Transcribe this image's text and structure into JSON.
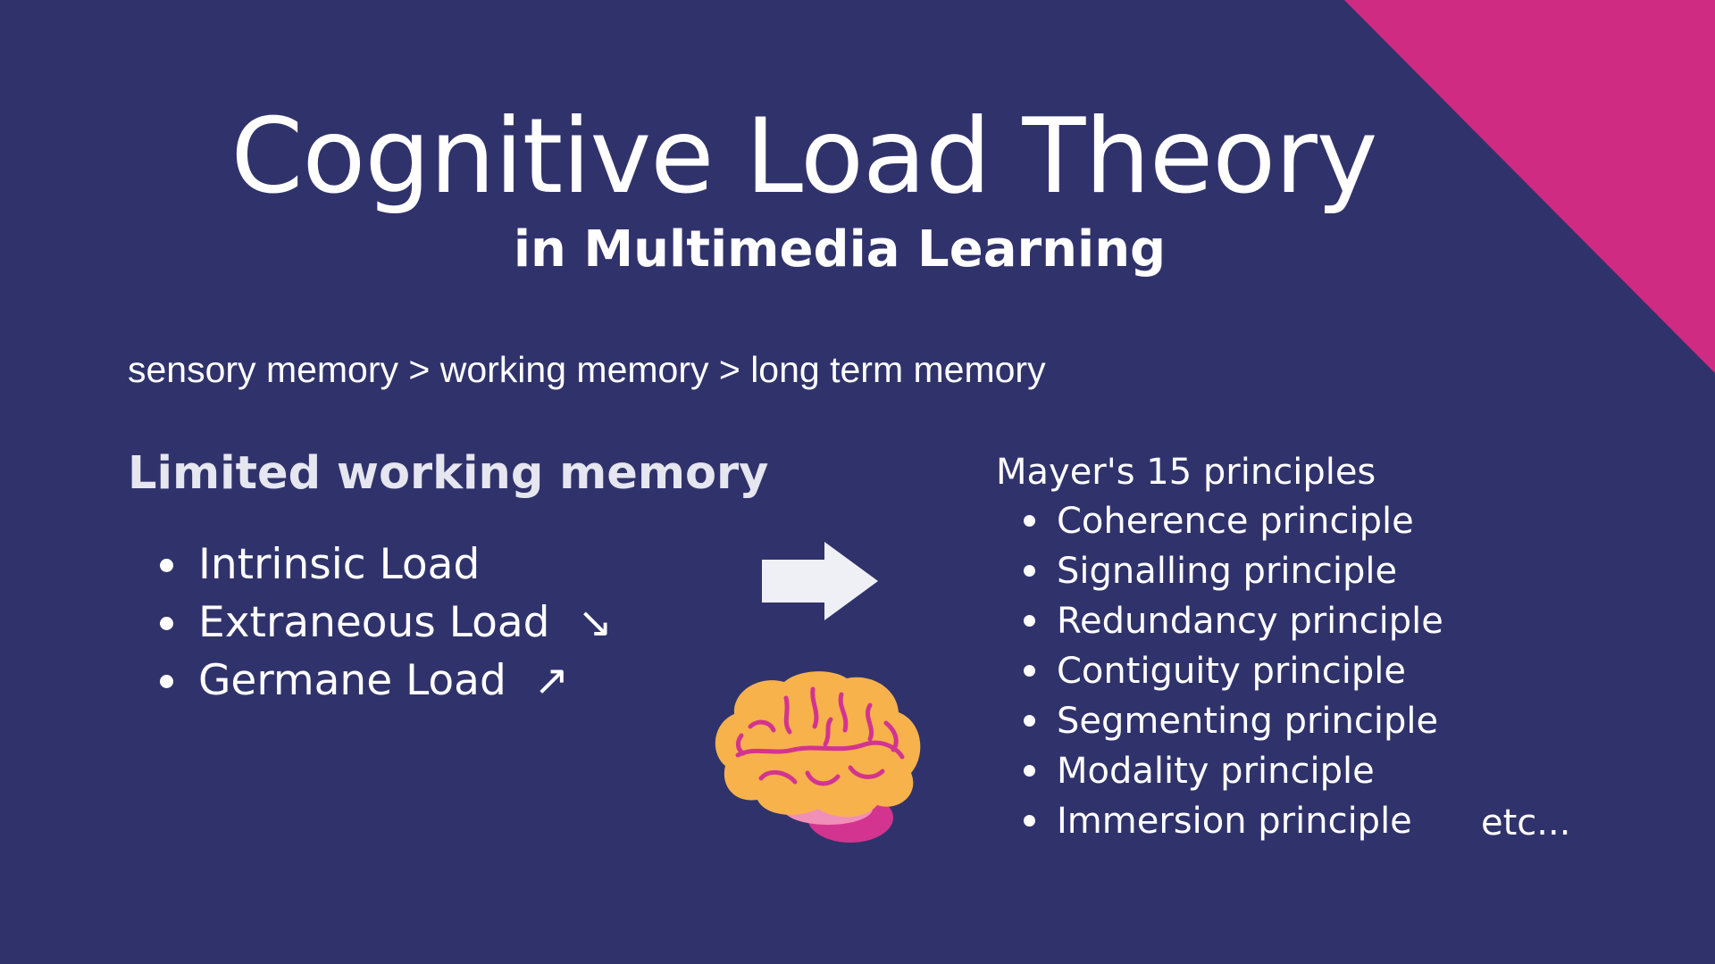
{
  "slide": {
    "title": "Cognitive Load Theory",
    "subtitle": "in Multimedia Learning",
    "memory_path": "sensory memory > working memory > long term memory",
    "colors": {
      "background": "#30336b",
      "corner_accent": "#cf2b83",
      "text": "#ffffff"
    }
  },
  "left_column": {
    "heading": "Limited working memory",
    "loads": [
      {
        "label": "Intrinsic Load",
        "trend": ""
      },
      {
        "label": "Extraneous Load",
        "trend": "↘"
      },
      {
        "label": "Germane Load",
        "trend": "↗"
      }
    ]
  },
  "center": {
    "arrow_icon": "right-arrow-icon",
    "brain_icon": "brain-icon"
  },
  "right_column": {
    "heading": "Mayer's 15 principles",
    "principles": [
      "Coherence principle",
      "Signalling principle",
      "Redundancy principle",
      "Contiguity principle",
      "Segmenting principle",
      "Modality principle",
      "Immersion principle"
    ],
    "etc": "etc..."
  }
}
